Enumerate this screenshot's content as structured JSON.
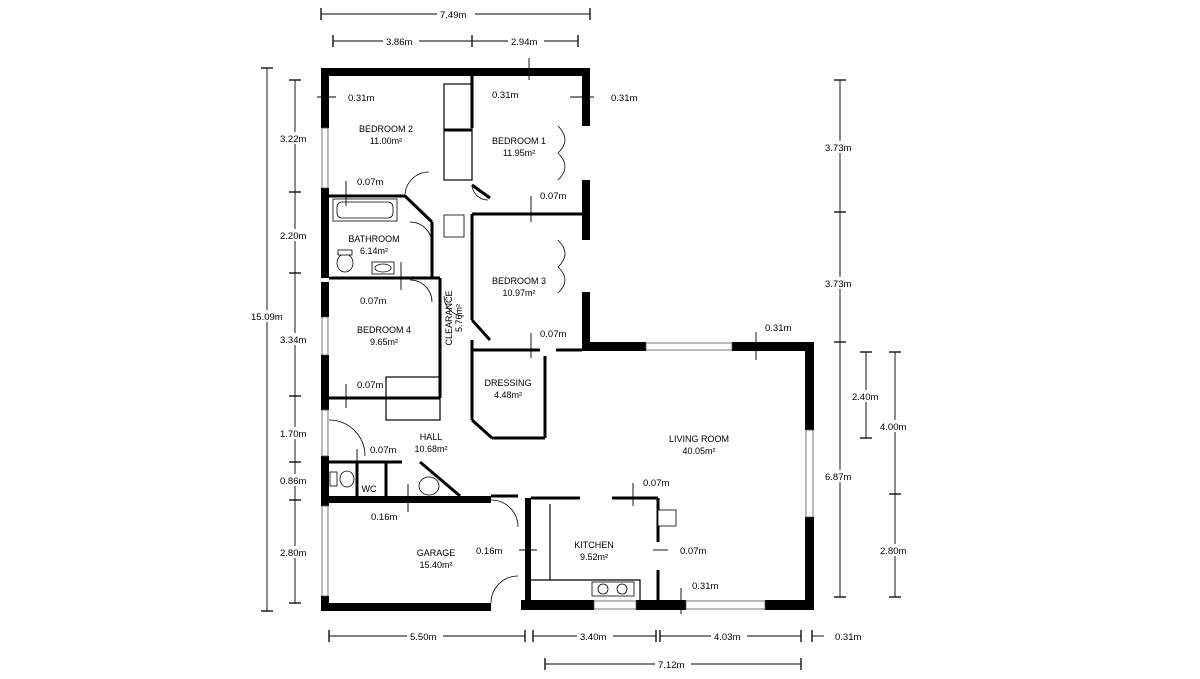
{
  "rooms": {
    "bedroom2": {
      "name": "BEDROOM 2",
      "area": "11.00m²"
    },
    "bedroom1": {
      "name": "BEDROOM 1",
      "area": "11.95m²"
    },
    "bathroom": {
      "name": "BATHROOM",
      "area": "6.14m²"
    },
    "bedroom3": {
      "name": "BEDROOM 3",
      "area": "10.97m²"
    },
    "bedroom4": {
      "name": "BEDROOM 4",
      "area": "9.65m²"
    },
    "clearance": {
      "name": "CLEARANCE",
      "area": "5.76m²"
    },
    "dressing": {
      "name": "DRESSING",
      "area": "4.48m²"
    },
    "hall": {
      "name": "HALL",
      "area": "10.68m²"
    },
    "living": {
      "name": "LIVING ROOM",
      "area": "40.05m²"
    },
    "wc": {
      "name": "WC"
    },
    "kitchen": {
      "name": "KITCHEN",
      "area": "9.52m²"
    },
    "garage": {
      "name": "GARAGE",
      "area": "15.40m²"
    }
  },
  "dimensions": {
    "top_total": "7.49m",
    "top_left": "3.86m",
    "top_right": "2.94m",
    "left_total": "15.09m",
    "left_1": "3.22m",
    "left_2": "2.20m",
    "left_3": "3.34m",
    "left_4": "1.70m",
    "left_5": "0.86m",
    "left_6": "2.80m",
    "right_1": "3.73m",
    "right_2": "3.73m",
    "right_3": "6.87m",
    "right_4": "2.40m",
    "right_5": "4.00m",
    "right_6": "2.80m",
    "bottom_1": "5.50m",
    "bottom_2": "3.40m",
    "bottom_3": "4.03m",
    "bottom_4": "0.31m",
    "bottom_total": "7.12m",
    "wall_b2_left": "0.31m",
    "wall_b1_top": "0.31m",
    "wall_b1_right": "0.31m",
    "part_b2_bath": "0.07m",
    "part_b1_b3": "0.07m",
    "part_bath_b4": "0.07m",
    "part_b3_dress": "0.07m",
    "wall_living_top": "0.31m",
    "part_b4_hall": "0.07m",
    "part_hall_wc": "0.07m",
    "part_kitchen_top": "0.07m",
    "part_wc_garage": "0.16m",
    "part_garage_kitchen": "0.16m",
    "part_kitchen_living": "0.07m",
    "wall_living_bottom": "0.31m"
  }
}
